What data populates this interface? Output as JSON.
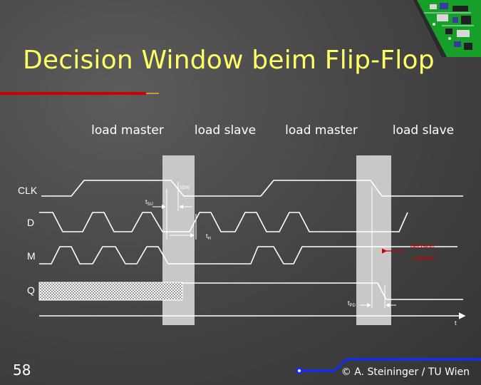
{
  "slide": {
    "title": "Decision Window beim Flip-Flop",
    "page_number": "58",
    "copyright": "© A. Steininger / TU Wien"
  },
  "phases": [
    "load master",
    "load slave",
    "load master",
    "load slave"
  ],
  "signals": [
    "CLK",
    "D",
    "M",
    "Q"
  ],
  "annotations": {
    "setup": "t",
    "setup_sub": "SU",
    "hold": "t",
    "hold_sub": "H",
    "prop": "t",
    "prop_sub": "PD",
    "sdw": "SDW",
    "decision_window_line1": "decision",
    "decision_window_line2": "window",
    "time_axis": "t"
  },
  "colors": {
    "title": "#ffff66",
    "underline": "#cc0000",
    "underline_tail": "#cc9933",
    "window_fill": "#c8c8c8",
    "trace": "#ffffff",
    "decision_label": "#cc0000",
    "circuit_board": "#16a02a",
    "accent_line": "#1a2fd6"
  }
}
